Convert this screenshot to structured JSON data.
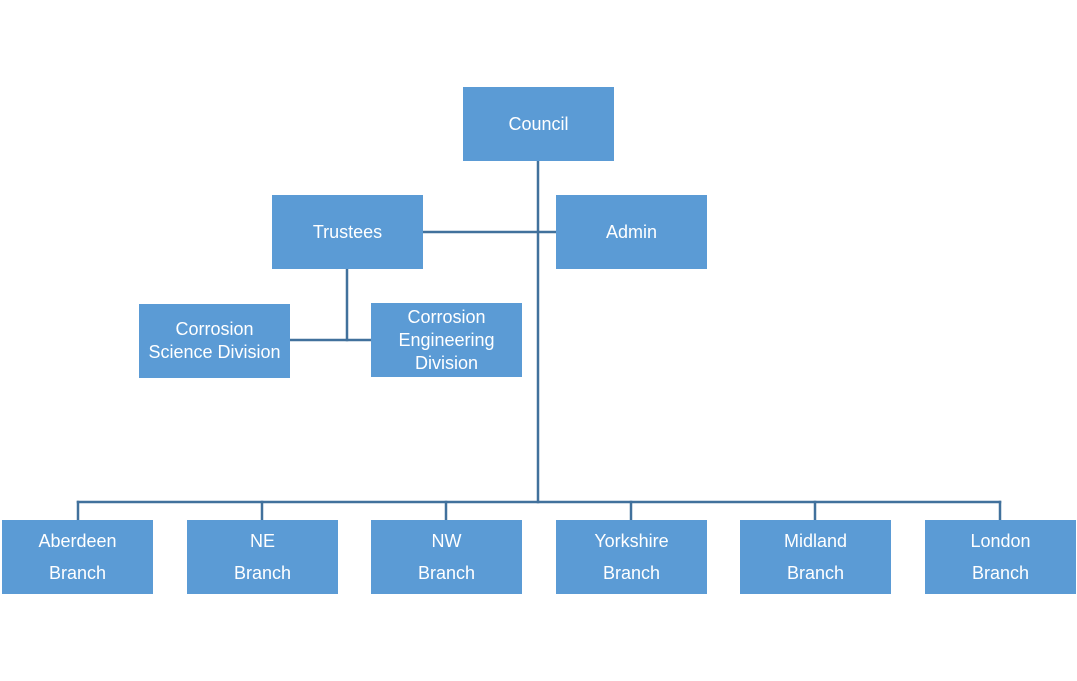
{
  "diagram": {
    "council": "Council",
    "trustees": "Trustees",
    "admin": "Admin",
    "corrosion_science_division": "Corrosion\nScience Division",
    "corrosion_engineering_division": "Corrosion\nEngineering\nDivision",
    "branches": [
      {
        "label": "Aberdeen\nBranch"
      },
      {
        "label": "NE\nBranch"
      },
      {
        "label": "NW\nBranch"
      },
      {
        "label": "Yorkshire\nBranch"
      },
      {
        "label": "Midland\nBranch"
      },
      {
        "label": "London\nBranch"
      }
    ]
  },
  "colors": {
    "node_fill": "#5b9bd5",
    "connector": "#41719c",
    "text": "#ffffff"
  }
}
